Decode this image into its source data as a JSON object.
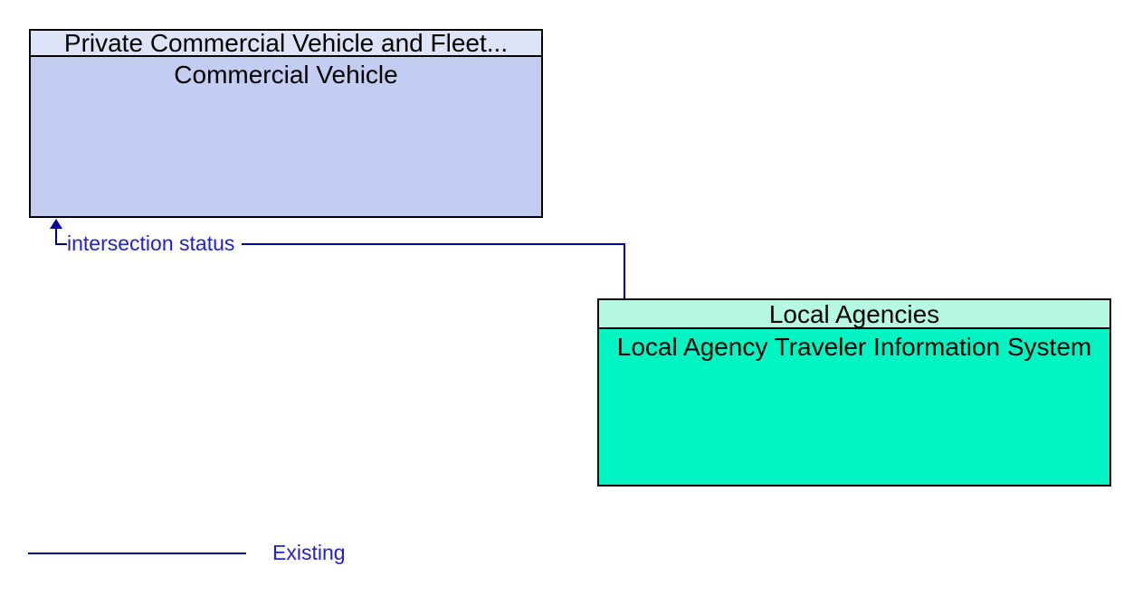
{
  "diagram": {
    "entities": [
      {
        "group": "Private Commercial Vehicle and Fleet...",
        "name": "Commercial Vehicle",
        "header_color": "#dee4f7",
        "body_color": "#c3cdf1",
        "border_color": "#000000"
      },
      {
        "group": "Local Agencies",
        "name": "Local Agency Traveler Information System",
        "header_color": "#b5f8e4",
        "body_color": "#00f5c2",
        "border_color": "#000000"
      }
    ],
    "flows": [
      {
        "label": "intersection status",
        "from": "Local Agency Traveler Information System",
        "to": "Commercial Vehicle",
        "status": "Existing",
        "line_color": "#000099",
        "label_color": "#2222cc"
      }
    ]
  },
  "legend": {
    "items": [
      {
        "label": "Existing",
        "line_color": "#000099",
        "label_color": "#2222cc"
      }
    ]
  }
}
